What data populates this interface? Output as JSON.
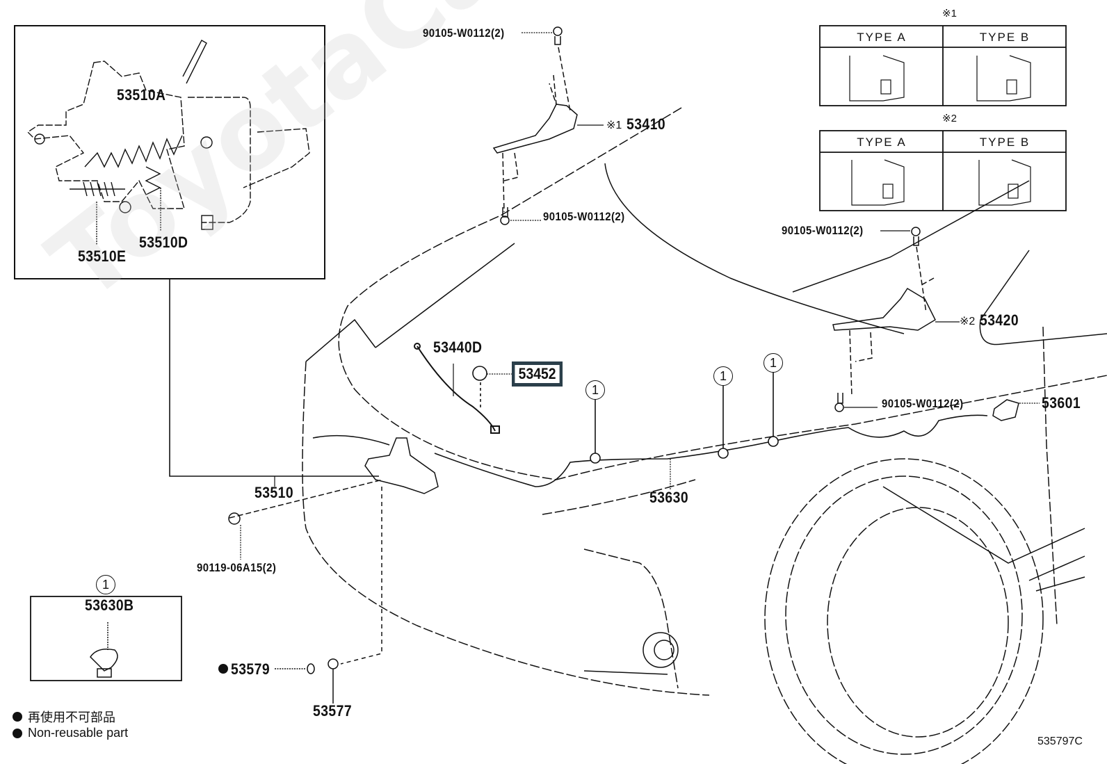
{
  "diagram": {
    "illustration_id": "535797C",
    "watermark": "ToyotaCarMine.ru",
    "inset_latch": {
      "labels": [
        "53510A",
        "53510D",
        "53510E"
      ]
    },
    "type_tables": [
      {
        "marker": "※1",
        "headers": [
          "TYPE  A",
          "TYPE  B"
        ]
      },
      {
        "marker": "※2",
        "headers": [
          "TYPE  A",
          "TYPE  B"
        ]
      }
    ],
    "callouts": {
      "bolt_top_left_hinge": "90105-W0112(2)",
      "hinge_left_marker": "※1",
      "hinge_left": "53410",
      "bolt_bottom_left_hinge": "90105-W0112(2)",
      "bolt_top_right_hinge": "90105-W0112(2)",
      "hinge_right_marker": "※2",
      "hinge_right": "53420",
      "bolt_bottom_right_hinge": "90105-W0112(2)",
      "hood_support_rod": "53440D",
      "rod_holder": "53452",
      "lock_release_lever": "53601",
      "hood_lock": "53510",
      "release_cable": "53630",
      "lock_bolt": "90119-06A15(2)",
      "cable_clamp": "53630B",
      "cushion": "53579",
      "grommet": "53577"
    },
    "clamp_ref": "1",
    "legend": [
      {
        "symbol": "filled-dot",
        "text": "再使用不可部品"
      },
      {
        "symbol": "filled-dot",
        "text": "Non-reusable part"
      }
    ]
  }
}
